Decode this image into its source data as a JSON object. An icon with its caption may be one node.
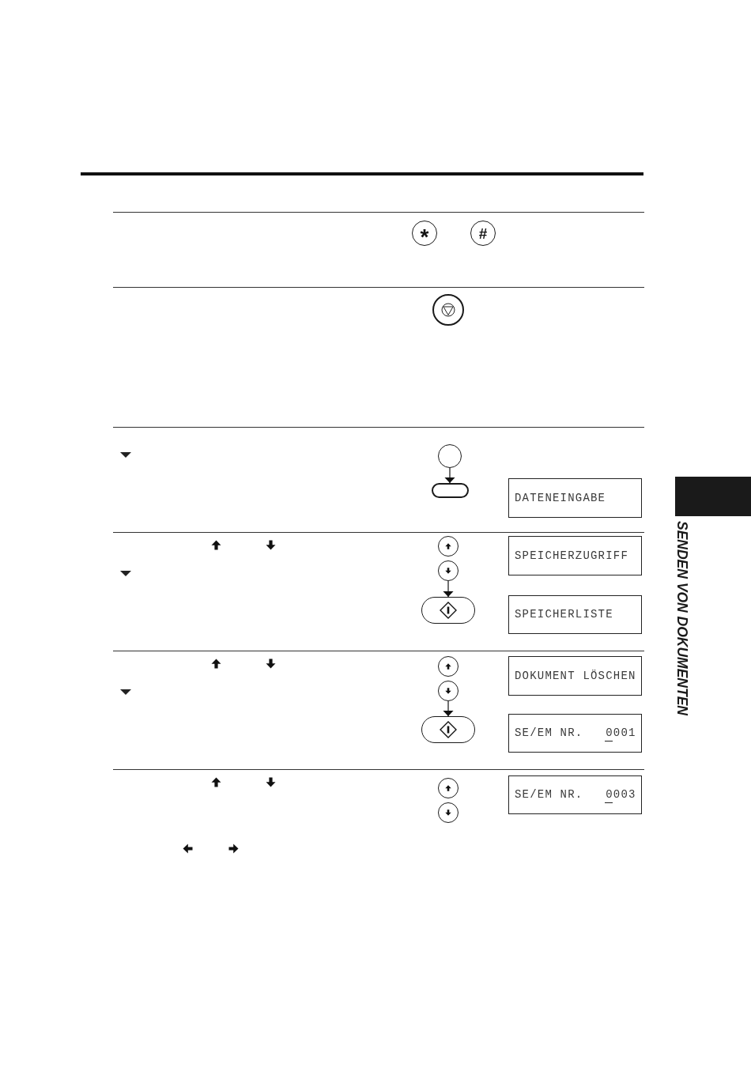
{
  "diagram": {
    "nodes": [
      {
        "text": [
          "*"
        ]
      },
      {
        "text": [
          "#"
        ]
      },
      {
        "text": [],
        "shape": "circle"
      },
      {
        "text": [],
        "shape": "circle"
      },
      {
        "text": [],
        "shape": "box"
      },
      {
        "text": [
          "DATENEINGABE"
        ]
      },
      {
        "text": [],
        "shape": "circle"
      },
      {
        "text": [
          "SPEICHERZUGRIFF"
        ]
      },
      {
        "text": [],
        "shape": "circle"
      },
      {
        "text": [],
        "shape": "box"
      },
      {
        "text": [
          "SPEICHERLISTE"
        ]
      },
      {
        "text": [],
        "shape": "circle"
      },
      {
        "text": [
          "DOKUMENT LÖSCHEN"
        ]
      },
      {
        "text": [],
        "shape": "circle"
      },
      {
        "text": [],
        "shape": "box"
      },
      {
        "text": [
          "SE/EM NR.   0001"
        ]
      },
      {
        "text": [],
        "shape": "circle"
      },
      {
        "text": [
          "SE/EM NR.   0003"
        ]
      },
      {
        "text": [],
        "shape": "circle"
      },
      {
        "text": [],
        "shape": "bar"
      }
    ],
    "edges": [
      {
        "from": 3,
        "to": 4,
        "arrow": "to"
      },
      {
        "from": 8,
        "to": 9,
        "arrow": "to"
      },
      {
        "from": 13,
        "to": 14,
        "arrow": "to"
      }
    ],
    "labels": [
      "SENDEN VON DOKUMENTEN"
    ]
  }
}
